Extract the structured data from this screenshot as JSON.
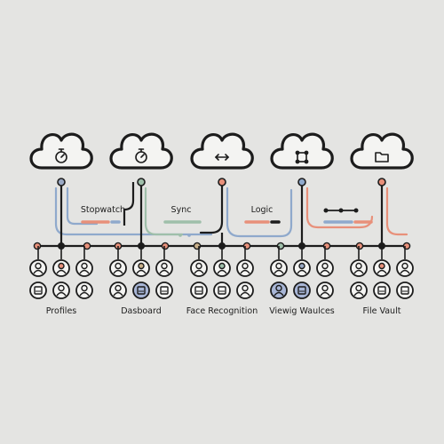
{
  "colors": {
    "background": "#e4e4e2",
    "ink": "#1c1c1c",
    "blue": "#8fa9cc",
    "green": "#9fbfaa",
    "coral": "#e8907a",
    "tan": "#c9b08a",
    "slate": "#9aa9c4"
  },
  "clouds": [
    {
      "icon": "stopwatch-icon"
    },
    {
      "icon": "stopwatch-icon"
    },
    {
      "icon": "sync-arrows-icon"
    },
    {
      "icon": "frame-nodes-icon"
    },
    {
      "icon": "folder-icon"
    }
  ],
  "connectors": [
    {
      "label": "Stopwatch"
    },
    {
      "label": "Sync"
    },
    {
      "label": "Logic"
    },
    {
      "label": ""
    }
  ],
  "groups": [
    {
      "label": "Profiles"
    },
    {
      "label": "Dasboard"
    },
    {
      "label": "Face Recognition"
    },
    {
      "label": "Viewig Waulces"
    },
    {
      "label": "File Vault"
    }
  ]
}
